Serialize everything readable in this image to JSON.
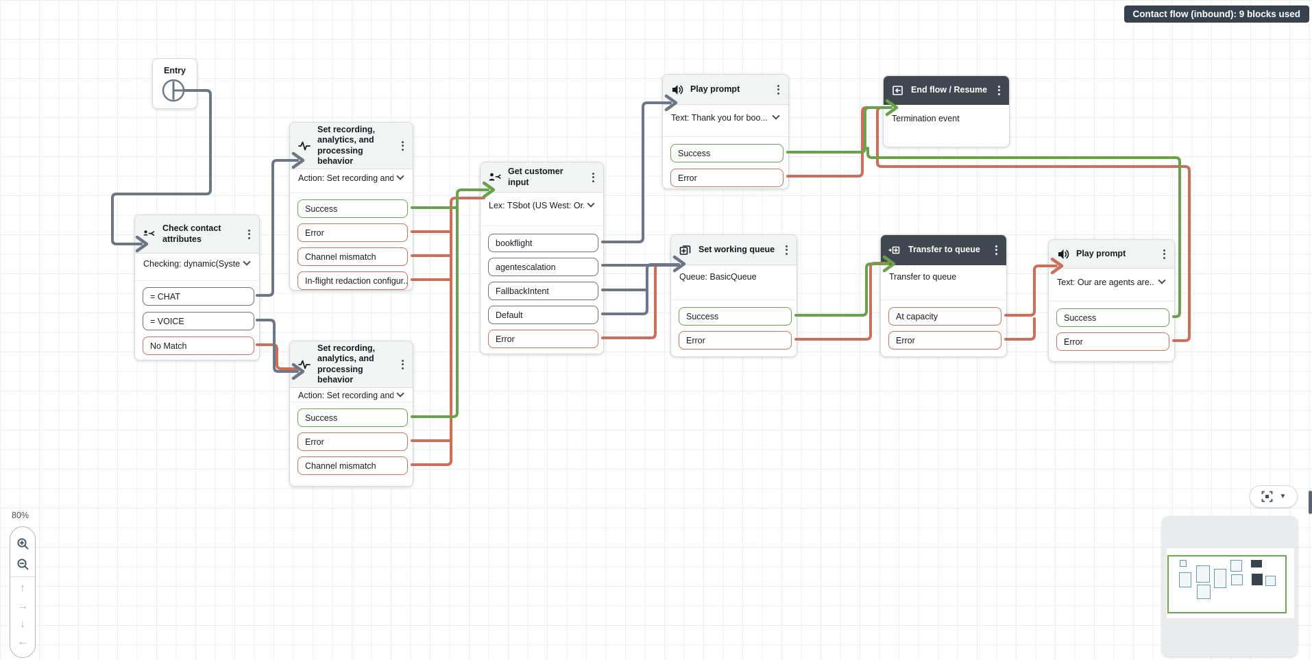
{
  "app": {
    "name": "contact-flow-editor"
  },
  "badge": {
    "label": "Contact flow (inbound): 9 blocks used"
  },
  "zoom_controls": {
    "zoom_level": "80%",
    "zoom_in_icon": "magnifier-plus",
    "zoom_out_icon": "magnifier-minus",
    "pan_up": "↑",
    "pan_right": "→",
    "pan_down": "↓",
    "pan_left": "←"
  },
  "fit_controls": {
    "fit_icon": "fit-to-screen",
    "dropdown_icon": "▼"
  },
  "colors": {
    "success": "#69a24a",
    "error": "#cf6e57",
    "neutral": "#687078",
    "connector": "#6b7787",
    "dark_header": "#414750",
    "badge_bg": "#37424f",
    "minimap_viewport": "#6aa84f"
  },
  "blocks": [
    {
      "id": "entry",
      "title": "Entry"
    },
    {
      "id": "check-contact-attributes",
      "title": "Check contact attributes",
      "icon": "branch-person-icon",
      "param": "Checking: dynamic(Syste...",
      "outputs": [
        {
          "label": "= CHAT",
          "type": "neutral"
        },
        {
          "label": "= VOICE",
          "type": "neutral"
        },
        {
          "label": "No Match",
          "type": "error"
        }
      ]
    },
    {
      "id": "set-recording-analytics-1",
      "title": "Set recording, analytics, and processing behavior",
      "icon": "waveform-icon",
      "param": "Action: Set recording and...",
      "outputs": [
        {
          "label": "Success",
          "type": "success"
        },
        {
          "label": "Error",
          "type": "error"
        },
        {
          "label": "Channel mismatch",
          "type": "error"
        },
        {
          "label": "In-flight redaction configur...",
          "type": "error"
        }
      ]
    },
    {
      "id": "set-recording-analytics-2",
      "title": "Set recording, analytics, and processing behavior",
      "icon": "waveform-icon",
      "param": "Action: Set recording and...",
      "outputs": [
        {
          "label": "Success",
          "type": "success"
        },
        {
          "label": "Error",
          "type": "error"
        },
        {
          "label": "Channel mismatch",
          "type": "error"
        }
      ]
    },
    {
      "id": "get-customer-input",
      "title": "Get customer input",
      "icon": "customer-input-icon",
      "param": "Lex: TSbot (US West: Or...",
      "outputs": [
        {
          "label": "bookflight",
          "type": "neutral"
        },
        {
          "label": "agentescalation",
          "type": "neutral"
        },
        {
          "label": "FallbackIntent",
          "type": "neutral"
        },
        {
          "label": "Default",
          "type": "neutral"
        },
        {
          "label": "Error",
          "type": "error"
        }
      ]
    },
    {
      "id": "play-prompt-1",
      "title": "Play prompt",
      "icon": "speaker-icon",
      "param": "Text: Thank you for boo...",
      "outputs": [
        {
          "label": "Success",
          "type": "success"
        },
        {
          "label": "Error",
          "type": "error"
        }
      ]
    },
    {
      "id": "end-flow-resume",
      "title": "End flow / Resume",
      "icon": "end-flow-icon",
      "body": "Termination event",
      "header_style": "dark",
      "outputs": []
    },
    {
      "id": "set-working-queue",
      "title": "Set working queue",
      "icon": "queue-icon",
      "body": "Queue: BasicQueue",
      "outputs": [
        {
          "label": "Success",
          "type": "success"
        },
        {
          "label": "Error",
          "type": "error"
        }
      ]
    },
    {
      "id": "transfer-to-queue",
      "title": "Transfer to queue",
      "icon": "transfer-queue-icon",
      "body": "Transfer to queue",
      "header_style": "dark",
      "outputs": [
        {
          "label": "At capacity",
          "type": "error"
        },
        {
          "label": "Error",
          "type": "error"
        }
      ]
    },
    {
      "id": "play-prompt-2",
      "title": "Play prompt",
      "icon": "speaker-icon",
      "param": "Text: Our are agents are...",
      "outputs": [
        {
          "label": "Success",
          "type": "success"
        },
        {
          "label": "Error",
          "type": "error"
        }
      ]
    }
  ]
}
